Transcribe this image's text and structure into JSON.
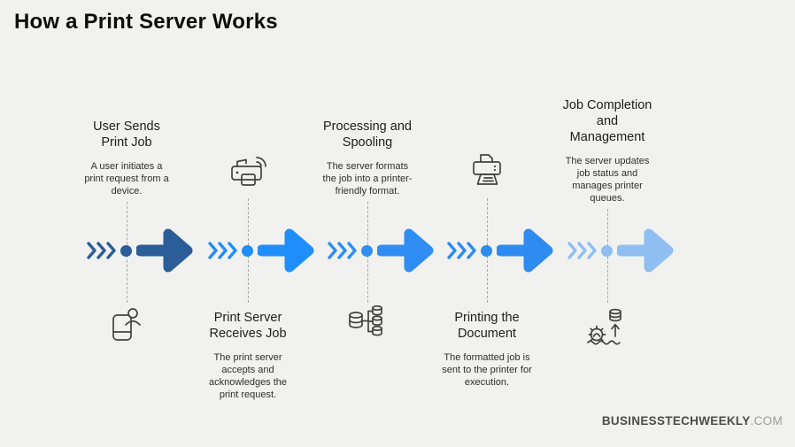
{
  "title": "How a Print Server Works",
  "background_color": "#f1f1ef",
  "footer": {
    "brand": "BUSINESSTECHWEEKLY",
    "suffix": ".COM"
  },
  "steps": [
    {
      "name": "User Sends Print Job",
      "heading_lines": [
        "User Sends",
        "Print Job"
      ],
      "desc_lines": [
        "A user initiates a",
        "print request from a",
        "device."
      ],
      "icon": "user-device-icon",
      "color": "#2b5d99",
      "text_position": "above"
    },
    {
      "name": "Print Server Receives Job",
      "heading_lines": [
        "Print Server",
        "Receives Job"
      ],
      "desc_lines": [
        "The print server",
        "accepts and",
        "acknowledges the",
        "print request."
      ],
      "icon": "wireless-printer-icon",
      "color": "#1f8efb",
      "text_position": "below"
    },
    {
      "name": "Processing and Spooling",
      "heading_lines": [
        "Processing and",
        "Spooling"
      ],
      "desc_lines": [
        "The server formats",
        "the job into a printer-",
        "friendly format."
      ],
      "icon": "spooling-database-icon",
      "color": "#2f8df3",
      "text_position": "above"
    },
    {
      "name": "Printing the Document",
      "heading_lines": [
        "Printing the",
        "Document"
      ],
      "desc_lines": [
        "The formatted job is",
        "sent to the printer for",
        "execution."
      ],
      "icon": "printer-output-icon",
      "color": "#2e8bf0",
      "text_position": "below"
    },
    {
      "name": "Job Completion and Management",
      "heading_lines": [
        "Job Completion",
        "and",
        "Management"
      ],
      "desc_lines": [
        "The server updates",
        "job status and",
        "manages printer",
        "queues."
      ],
      "icon": "queue-management-icon",
      "color": "#8fbef3",
      "text_position": "above"
    }
  ]
}
